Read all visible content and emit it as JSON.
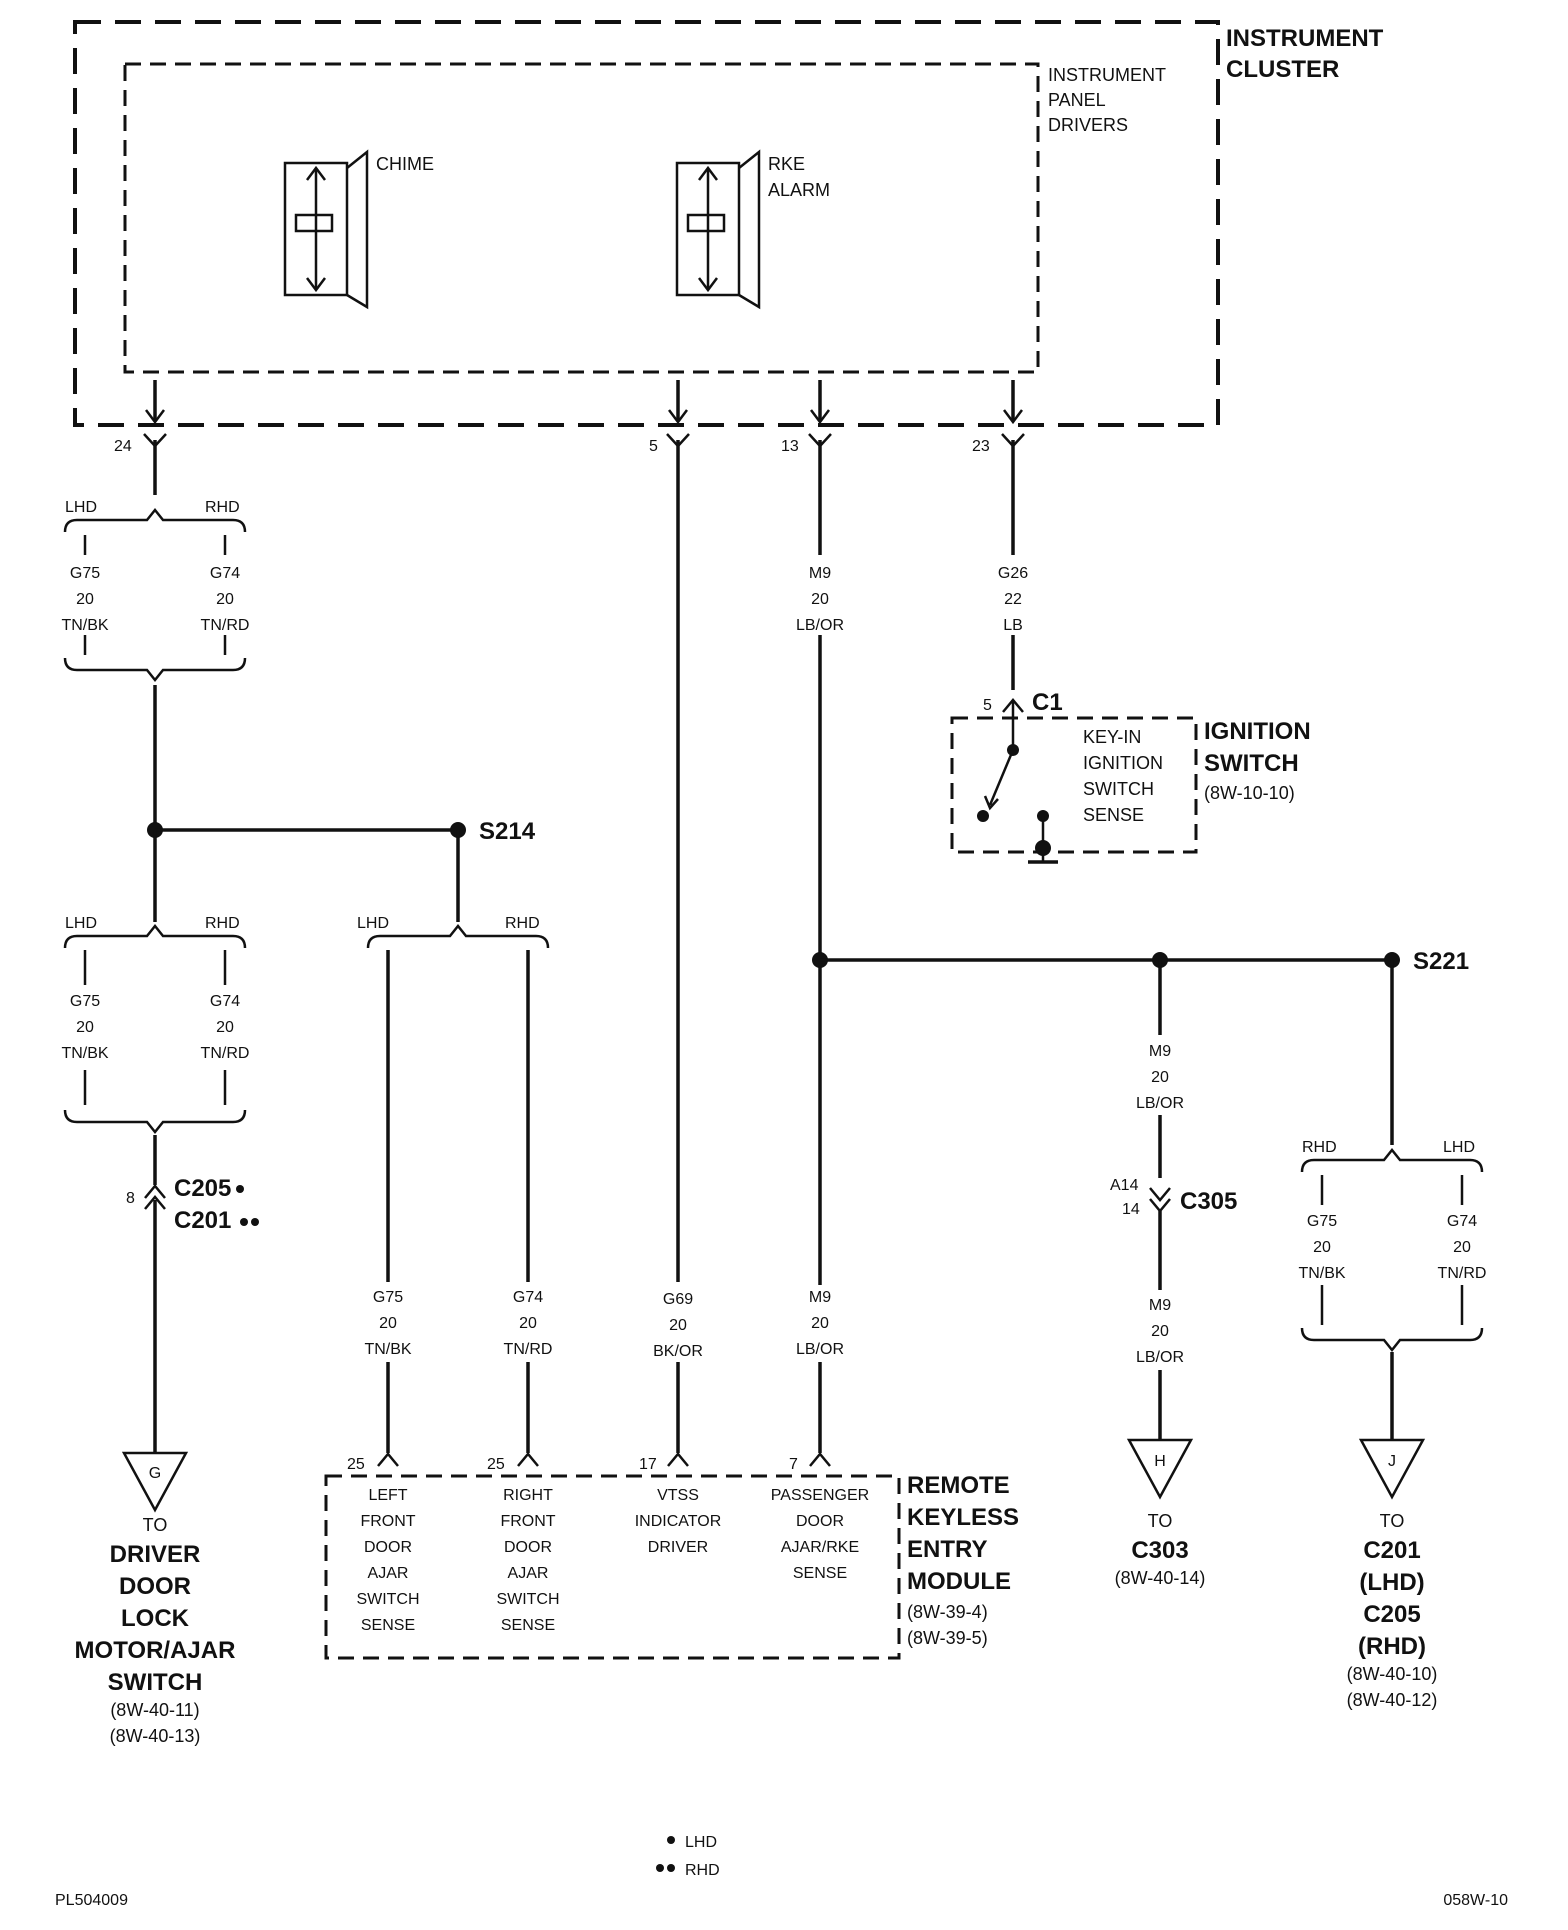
{
  "instrument_cluster": {
    "title1": "INSTRUMENT",
    "title2": "CLUSTER",
    "drivers_l1": "INSTRUMENT",
    "drivers_l2": "PANEL",
    "drivers_l3": "DRIVERS",
    "chime": "CHIME",
    "rke_l1": "RKE",
    "rke_l2": "ALARM"
  },
  "pins": {
    "p24": "24",
    "p5": "5",
    "p13": "13",
    "p23": "23"
  },
  "split_top": {
    "lhd": "LHD",
    "rhd": "RHD",
    "left": {
      "c": "G75",
      "g": "20",
      "col": "TN/BK"
    },
    "right": {
      "c": "G74",
      "g": "20",
      "col": "TN/RD"
    }
  },
  "wire_m9_top": {
    "c": "M9",
    "g": "20",
    "col": "LB/OR"
  },
  "wire_g26": {
    "c": "G26",
    "g": "22",
    "col": "LB"
  },
  "ignition": {
    "pin": "5",
    "conn": "C1",
    "l1": "KEY-IN",
    "l2": "IGNITION",
    "l3": "SWITCH",
    "l4": "SENSE",
    "title1": "IGNITION",
    "title2": "SWITCH",
    "ref": "(8W-10-10)"
  },
  "s214": "S214",
  "s221": "S221",
  "split_mid": {
    "lhd": "LHD",
    "rhd": "RHD",
    "left": {
      "c": "G75",
      "g": "20",
      "col": "TN/BK"
    },
    "right": {
      "c": "G74",
      "g": "20",
      "col": "TN/RD"
    }
  },
  "split_s214": {
    "lhd": "LHD",
    "rhd": "RHD"
  },
  "c205": {
    "pin": "8",
    "c1": "C205",
    "c2": "C201"
  },
  "wire_g75_low": {
    "c": "G75",
    "g": "20",
    "col": "TN/BK"
  },
  "wire_g74_low": {
    "c": "G74",
    "g": "20",
    "col": "TN/RD"
  },
  "wire_g69": {
    "c": "G69",
    "g": "20",
    "col": "BK/OR"
  },
  "wire_m9_low": {
    "c": "M9",
    "g": "20",
    "col": "LB/OR"
  },
  "wire_m9_right": {
    "c": "M9",
    "g": "20",
    "col": "LB/OR"
  },
  "c305": {
    "pin1": "A14",
    "pin2": "14",
    "conn": "C305"
  },
  "wire_m9_c305": {
    "c": "M9",
    "g": "20",
    "col": "LB/OR"
  },
  "split_right": {
    "rhd": "RHD",
    "lhd": "LHD",
    "left": {
      "c": "G75",
      "g": "20",
      "col": "TN/BK"
    },
    "right": {
      "c": "G74",
      "g": "20",
      "col": "TN/RD"
    }
  },
  "rke": {
    "pins": [
      "25",
      "25",
      "17",
      "7"
    ],
    "left": [
      "LEFT",
      "FRONT",
      "DOOR",
      "AJAR",
      "SWITCH",
      "SENSE"
    ],
    "right": [
      "RIGHT",
      "FRONT",
      "DOOR",
      "AJAR",
      "SWITCH",
      "SENSE"
    ],
    "vtss": [
      "VTSS",
      "INDICATOR",
      "DRIVER"
    ],
    "pass": [
      "PASSENGER",
      "DOOR",
      "AJAR/RKE",
      "SENSE"
    ],
    "title": [
      "REMOTE",
      "KEYLESS",
      "ENTRY",
      "MODULE"
    ],
    "refs": [
      "(8W-39-4)",
      "(8W-39-5)"
    ]
  },
  "term_g": {
    "letter": "G",
    "to": "TO",
    "lines": [
      "DRIVER",
      "DOOR",
      "LOCK",
      "MOTOR/AJAR",
      "SWITCH"
    ],
    "refs": [
      "(8W-40-11)",
      "(8W-40-13)"
    ]
  },
  "term_h": {
    "letter": "H",
    "to": "TO",
    "lines": [
      "C303"
    ],
    "refs": [
      "(8W-40-14)"
    ]
  },
  "term_j": {
    "letter": "J",
    "to": "TO",
    "lines": [
      "C201",
      "(LHD)",
      "C205",
      "(RHD)"
    ],
    "refs": [
      "(8W-40-10)",
      "(8W-40-12)"
    ]
  },
  "legend": {
    "lhd": "LHD",
    "rhd": "RHD"
  },
  "footer": {
    "left": "PL504009",
    "right": "058W-10"
  }
}
